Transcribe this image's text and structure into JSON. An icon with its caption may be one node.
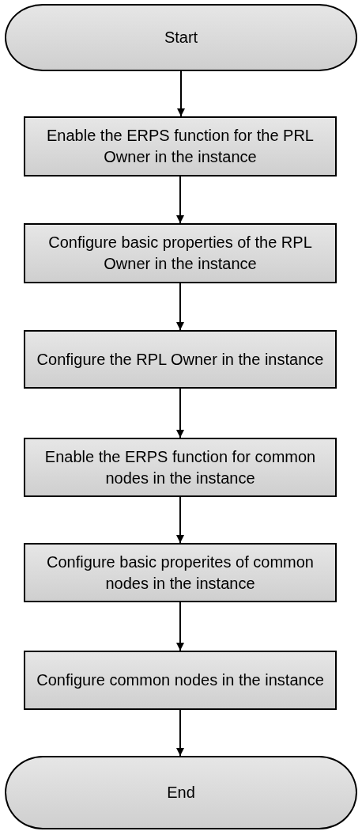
{
  "diagram": {
    "nodes": [
      {
        "text": [
          "Start"
        ]
      },
      {
        "text": [
          "Enable the ERPS function for the PRL Owner in the instance"
        ]
      },
      {
        "text": [
          "Configure basic properties of the RPL Owner in the instance"
        ]
      },
      {
        "text": [
          "Configure the RPL Owner in the instance"
        ]
      },
      {
        "text": [
          "Enable the ERPS function for common nodes in the instance"
        ]
      },
      {
        "text": [
          "Configure basic properites of common nodes in the instance"
        ]
      },
      {
        "text": [
          "Configure common nodes in the instance"
        ]
      },
      {
        "text": [
          "End"
        ]
      }
    ],
    "edges": [
      {
        "from": 0,
        "to": 1,
        "arrow": "to"
      },
      {
        "from": 1,
        "to": 2,
        "arrow": "to"
      },
      {
        "from": 2,
        "to": 3,
        "arrow": "to"
      },
      {
        "from": 3,
        "to": 4,
        "arrow": "to"
      },
      {
        "from": 4,
        "to": 5,
        "arrow": "to"
      },
      {
        "from": 5,
        "to": 6,
        "arrow": "to"
      },
      {
        "from": 6,
        "to": 7,
        "arrow": "to"
      }
    ]
  }
}
